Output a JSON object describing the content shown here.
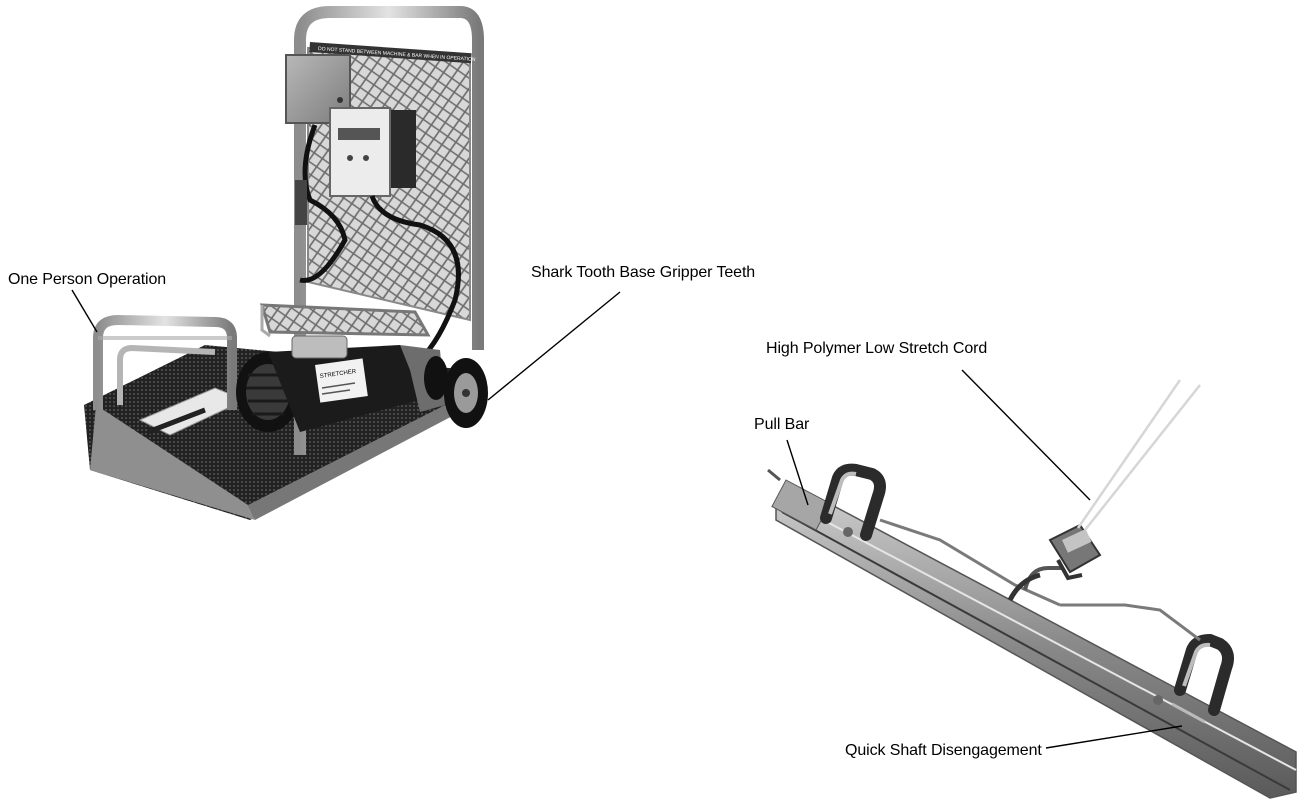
{
  "callouts": {
    "one_person": "One Person Operation",
    "shark_tooth": "Shark Tooth Base Gripper Teeth",
    "polymer_cord": "High Polymer Low Stretch Cord",
    "pull_bar": "Pull Bar",
    "quick_shaft": "Quick Shaft Disengagement"
  },
  "machine_labels": {
    "warning_strip": "DO NOT STAND BETWEEN MACHINE & BAR WHEN IN OPERATION",
    "motor_label": "STRETCHER"
  },
  "colors": {
    "background": "#ffffff",
    "metal_light": "#c8c8c8",
    "metal_dark": "#6b6b6b",
    "motor": "#1a1a1a",
    "leader_line": "#000000"
  }
}
